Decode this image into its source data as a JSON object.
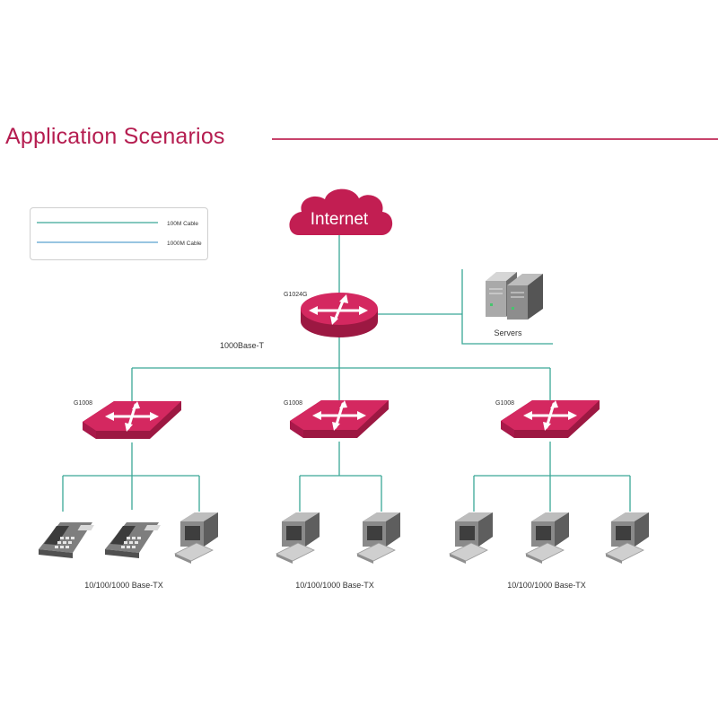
{
  "title": "Application Scenarios",
  "colors": {
    "accent": "#c21e52",
    "cable_100m": "#3aa896",
    "cable_1000m": "#5aa2cf"
  },
  "legend": [
    {
      "label": "100M  Cable",
      "color": "#3aa896"
    },
    {
      "label": "1000M Cable",
      "color": "#5aa2cf"
    }
  ],
  "internet": {
    "label": "Internet",
    "icon": "cloud-icon"
  },
  "core_switch": {
    "model": "G1024G",
    "icon": "switch-icon"
  },
  "uplink_label": "1000Base-T",
  "servers": {
    "label": "Servers",
    "icon": "server-icon"
  },
  "access_switches": [
    {
      "model": "G1008",
      "ports_label": "10/100/1000 Base-TX",
      "devices": [
        "phone",
        "phone",
        "computer"
      ]
    },
    {
      "model": "G1008",
      "ports_label": "10/100/1000 Base-TX",
      "devices": [
        "computer",
        "computer"
      ]
    },
    {
      "model": "G1008",
      "ports_label": "10/100/1000 Base-TX",
      "devices": [
        "computer",
        "computer",
        "computer"
      ]
    }
  ]
}
